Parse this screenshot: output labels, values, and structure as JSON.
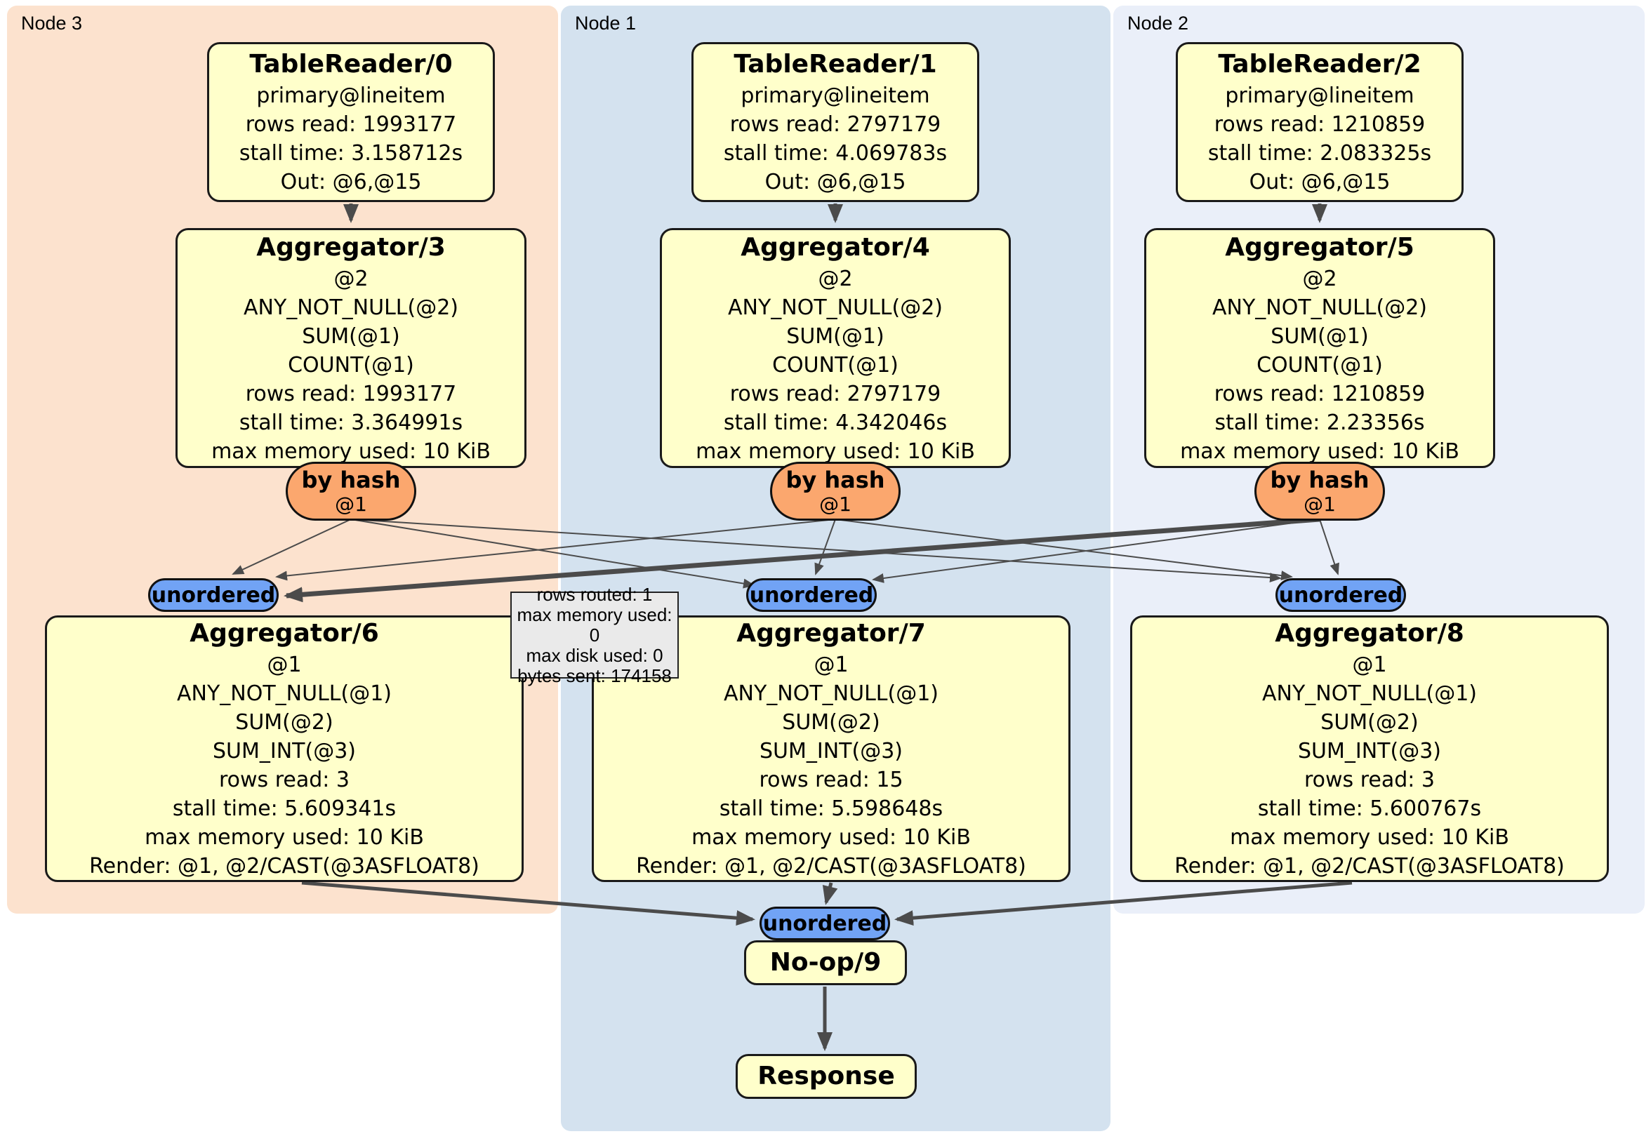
{
  "regions": {
    "node3": {
      "label": "Node 3",
      "bg": "#FCE2CE"
    },
    "node1": {
      "label": "Node 1",
      "bg": "#D4E2EF"
    },
    "node2": {
      "label": "Node 2",
      "bg": "#EAEFF9"
    }
  },
  "processors": {
    "tr0": {
      "title": "TableReader/0",
      "lines": [
        "primary@lineitem",
        "rows read: 1993177",
        "stall time: 3.158712s",
        "Out: @6,@15"
      ]
    },
    "tr1": {
      "title": "TableReader/1",
      "lines": [
        "primary@lineitem",
        "rows read: 2797179",
        "stall time: 4.069783s",
        "Out: @6,@15"
      ]
    },
    "tr2": {
      "title": "TableReader/2",
      "lines": [
        "primary@lineitem",
        "rows read: 1210859",
        "stall time: 2.083325s",
        "Out: @6,@15"
      ]
    },
    "agg3": {
      "title": "Aggregator/3",
      "lines": [
        "@2",
        "ANY_NOT_NULL(@2)",
        "SUM(@1)",
        "COUNT(@1)",
        "rows read: 1993177",
        "stall time: 3.364991s",
        "max memory used: 10 KiB"
      ]
    },
    "agg4": {
      "title": "Aggregator/4",
      "lines": [
        "@2",
        "ANY_NOT_NULL(@2)",
        "SUM(@1)",
        "COUNT(@1)",
        "rows read: 2797179",
        "stall time: 4.342046s",
        "max memory used: 10 KiB"
      ]
    },
    "agg5": {
      "title": "Aggregator/5",
      "lines": [
        "@2",
        "ANY_NOT_NULL(@2)",
        "SUM(@1)",
        "COUNT(@1)",
        "rows read: 1210859",
        "stall time: 2.23356s",
        "max memory used: 10 KiB"
      ]
    },
    "agg6": {
      "title": "Aggregator/6",
      "lines": [
        "@1",
        "ANY_NOT_NULL(@1)",
        "SUM(@2)",
        "SUM_INT(@3)",
        "rows read: 3",
        "stall time: 5.609341s",
        "max memory used: 10 KiB",
        "Render: @1, @2/CAST(@3ASFLOAT8)"
      ]
    },
    "agg7": {
      "title": "Aggregator/7",
      "lines": [
        "@1",
        "ANY_NOT_NULL(@1)",
        "SUM(@2)",
        "SUM_INT(@3)",
        "rows read: 15",
        "stall time: 5.598648s",
        "max memory used: 10 KiB",
        "Render: @1, @2/CAST(@3ASFLOAT8)"
      ]
    },
    "agg8": {
      "title": "Aggregator/8",
      "lines": [
        "@1",
        "ANY_NOT_NULL(@1)",
        "SUM(@2)",
        "SUM_INT(@3)",
        "rows read: 3",
        "stall time: 5.600767s",
        "max memory used: 10 KiB",
        "Render: @1, @2/CAST(@3ASFLOAT8)"
      ]
    },
    "noop": {
      "title": "No-op/9"
    },
    "response": {
      "title": "Response"
    }
  },
  "routers": {
    "r3": {
      "label": "by hash",
      "sub": "@1"
    },
    "r4": {
      "label": "by hash",
      "sub": "@1"
    },
    "r5": {
      "label": "by hash",
      "sub": "@1"
    }
  },
  "syncs": {
    "s6": {
      "label": "unordered"
    },
    "s7": {
      "label": "unordered"
    },
    "s8": {
      "label": "unordered"
    },
    "s9": {
      "label": "unordered"
    }
  },
  "tooltip": {
    "lines": [
      "rows routed: 1",
      "max memory used: 0",
      "max disk used: 0",
      "bytes sent: 174158"
    ]
  },
  "colors": {
    "box_fill": "#FFFFCB",
    "router_fill": "#FBA76E",
    "sync_fill": "#71A3F5",
    "node3_bg": "#FCE2CE",
    "node1_bg": "#D4E2EF",
    "node2_bg": "#EAEFF9",
    "edge": "#4B4B4B",
    "tooltip_bg": "#EAEAEA"
  }
}
